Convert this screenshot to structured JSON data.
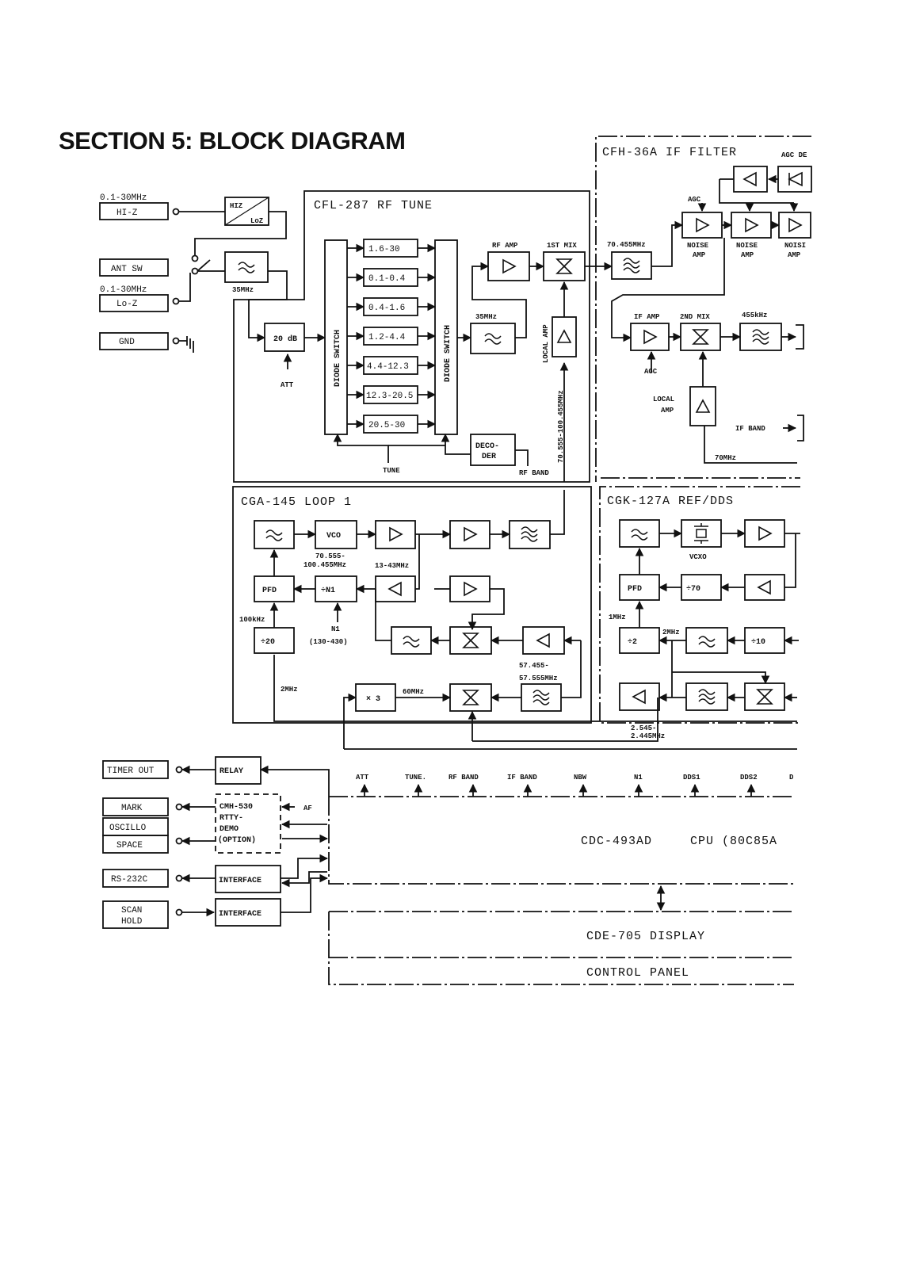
{
  "title": "SECTION 5:  BLOCK DIAGRAM",
  "sections": {
    "rf_tune": "CFL-287  RF  TUNE",
    "if_filter": "CFH-36A  IF  FILTER",
    "loop1": "CGA-145  LOOP  1",
    "ref_dds": "CGK-127A  REF/DDS",
    "cpu": "CDC-493AD",
    "cpu_chip": "CPU  (80C85A",
    "display": "CDE-705    DISPLAY",
    "panel": "CONTROL  PANEL"
  },
  "terminals": {
    "hiz_freq": "0.1-30MHz",
    "hiz": "HI-Z",
    "ant_sw": "ANT SW",
    "loz_freq": "0.1-30MHz",
    "loz": "Lo-Z",
    "gnd": "GND",
    "timer_out": "TIMER OUT",
    "mark": "MARK",
    "oscillo": "OSCILLO",
    "space": "SPACE",
    "rs232c": "RS-232C",
    "scan": "SCAN",
    "hold": "HOLD"
  },
  "rf_tune": {
    "hiz_loz_1": "HIZ",
    "hiz_loz_2": "LoZ",
    "lpf_35": "35MHz",
    "att_box": "20 dB",
    "att": "ATT",
    "diode_switch": "DIODE SWITCH",
    "bands": [
      "1.6-30",
      "0.1-0.4",
      "0.4-1.6",
      "1.2-4.4",
      "4.4-12.3",
      "12.3-20.5",
      "20.5-30"
    ],
    "rf_amp": "RF AMP",
    "first_mix": "1ST MIX",
    "filter_35": "35MHz",
    "local_amp": "LOCAL AMP",
    "decoder_1": "DECO-",
    "decoder_2": "DER",
    "tune": "TUNE",
    "rf_band": "RF BAND",
    "lo_range": "70.555-100.455MHz"
  },
  "if_filter": {
    "agc_det": "AGC DE",
    "agc": "AGC",
    "if_freq": "70.455MHz",
    "noise": "NOISE",
    "amp": "AMP",
    "noise3": "NOISI",
    "if_amp": "IF AMP",
    "second_mix": "2ND MIX",
    "if_455": "455kHz",
    "agc2": "AGC",
    "local": "LOCAL",
    "local_amp": "AMP",
    "if_band": "IF BAND",
    "mhz70": "70MHz"
  },
  "loop1": {
    "vco": "VCO",
    "vco_range_1": "70.555-",
    "vco_range_2": "100.455MHz",
    "range_13_43": "13-43MHz",
    "pfd": "PFD",
    "div_n1": "÷N1",
    "n1": "N1",
    "n1_range": "(130-430)",
    "khz100": "100kHz",
    "div20": "÷20",
    "mhz2": "2MHz",
    "x3": "× 3",
    "mhz60": "60MHz",
    "range_57_1": "57.455-",
    "range_57_2": "57.555MHz"
  },
  "ref_dds": {
    "vcxo": "VCXO",
    "pfd": "PFD",
    "div70": "÷70",
    "mhz1": "1MHz",
    "div2": "÷2",
    "mhz2": "2MHz",
    "div10": "÷10",
    "range_2_1": "2.545-",
    "range_2_2": "2.445MHz"
  },
  "interface": {
    "relay": "RELAY",
    "cmh": "CMH-530",
    "rtty": "RTTY-",
    "demo": "DEMO",
    "option": "(OPTION)",
    "af": "AF",
    "interface1": "INTERFACE",
    "interface2": "INTERFACE"
  },
  "control_lines": [
    "ATT",
    "TUNE.",
    "RF BAND",
    "IF BAND",
    "NBW",
    "N1",
    "DDS1",
    "DDS2",
    "D"
  ]
}
